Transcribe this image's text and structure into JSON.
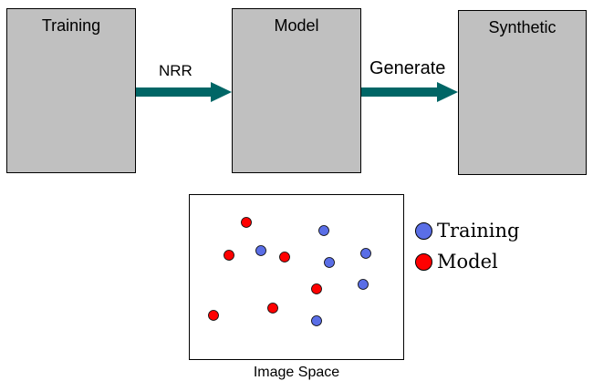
{
  "boxes": {
    "training": "Training",
    "model": "Model",
    "synthetic": "Synthetic"
  },
  "arrows": {
    "nrr": "NRR",
    "generate": "Generate",
    "color": "#006666"
  },
  "scatter": {
    "caption": "Image Space"
  },
  "legend": {
    "training": {
      "label": "Training",
      "color": "#5a6ee6"
    },
    "model": {
      "label": "Model",
      "color": "#ff0000"
    }
  }
}
